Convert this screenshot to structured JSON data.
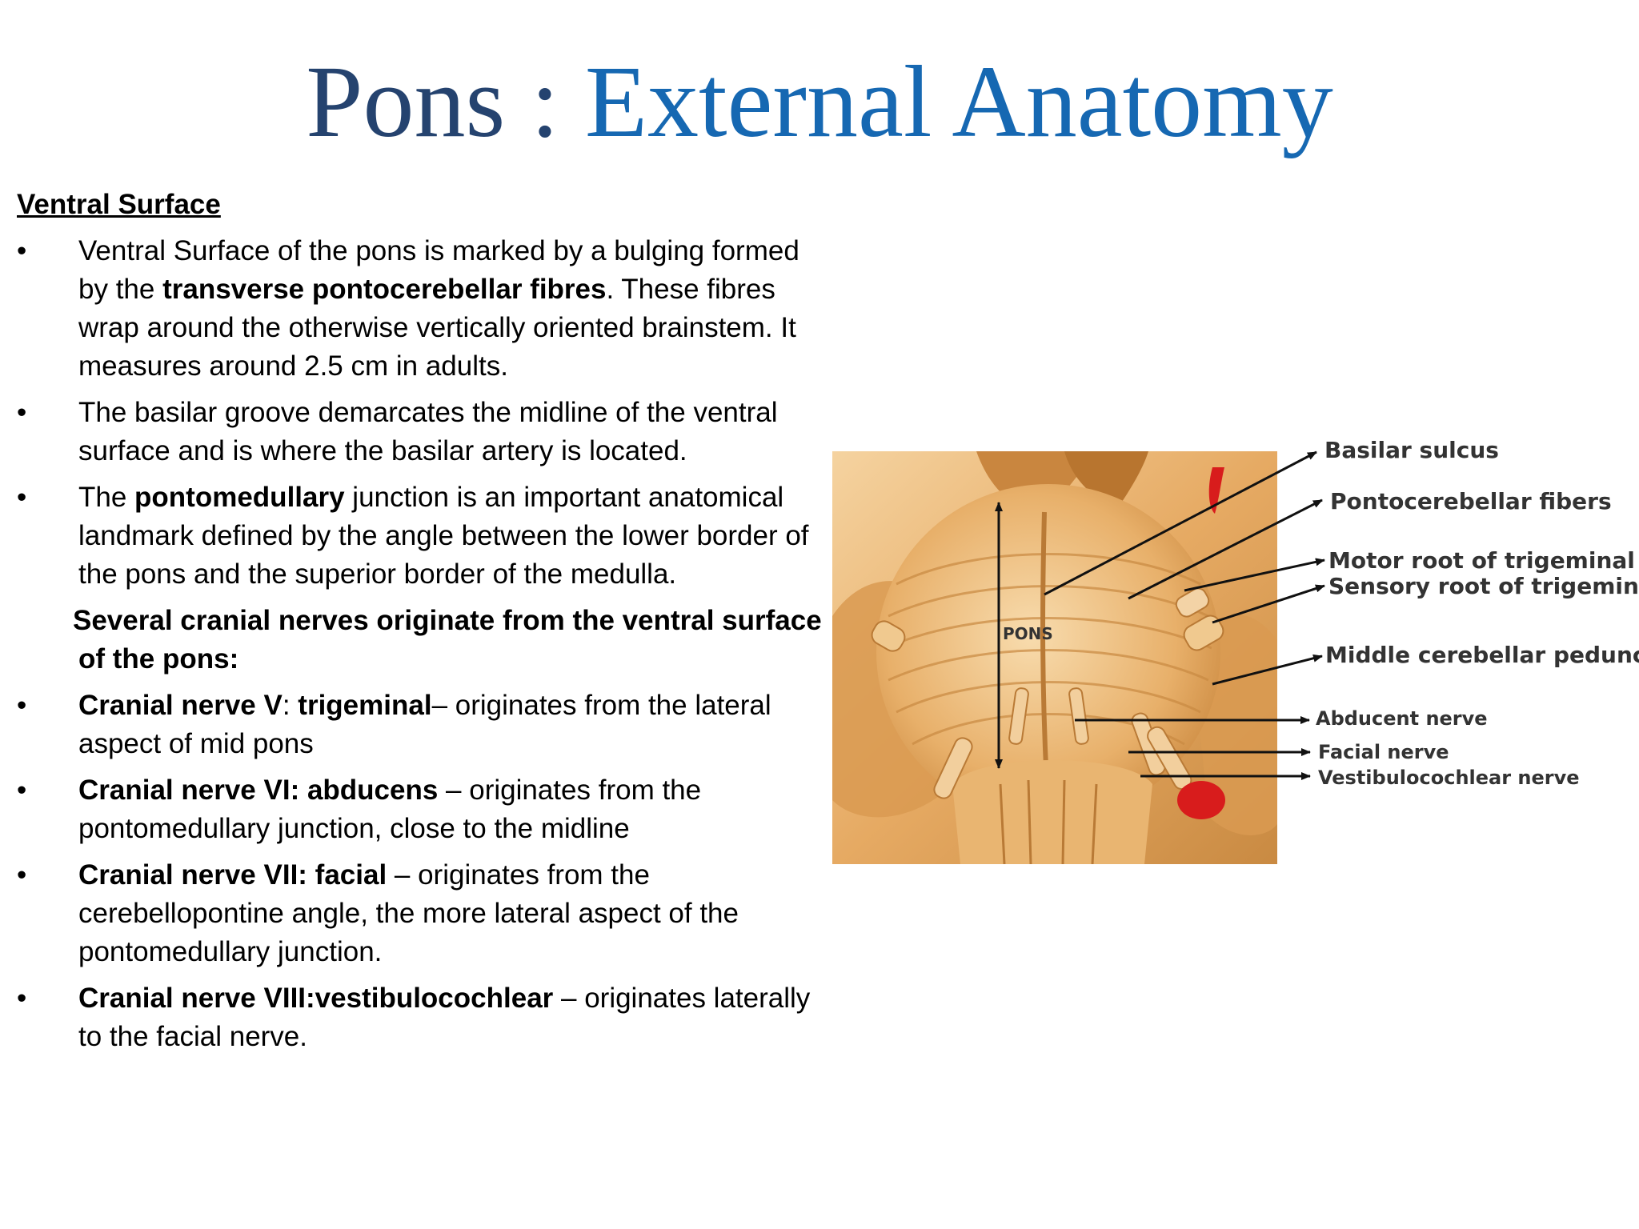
{
  "title": {
    "part1": "Pons : ",
    "part2": "External Anatomy"
  },
  "section": {
    "heading": "Ventral Surface"
  },
  "bullets": {
    "b1": {
      "pre": "Ventral Surface of the pons is marked by a bulging formed by the ",
      "bold": "transverse pontocerebellar fibres",
      "post": ". These fibres wrap around the otherwise vertically oriented brainstem. It measures around 2.5 cm in adults."
    },
    "b2": {
      "text": "The basilar groove demarcates the midline of the ventral surface and is where the basilar artery is located."
    },
    "b3": {
      "pre": "The ",
      "bold": "pontomedullary",
      "post": " junction is an important anatomical landmark defined by the angle between the lower border of the pons and the superior border of the medulla."
    },
    "note_line1": "Several cranial nerves originate from the ventral surface",
    "note_line2": "of the pons:",
    "b4": {
      "bold1": "Cranial nerve V",
      "mid": ": ",
      "bold2": "trigeminal",
      "post": "– originates from the lateral aspect of mid pons"
    },
    "b5": {
      "bold": "Cranial nerve VI: abducens",
      "post": " – originates from the pontomedullary junction, close to the midline"
    },
    "b6": {
      "bold": "Cranial nerve VII: facial",
      "post": " – originates from the cerebellopontine angle, the more lateral aspect of the pontomedullary junction."
    },
    "b7": {
      "bold": "Cranial nerve VIII:vestibulocochlear",
      "post": " – originates laterally to the facial nerve."
    },
    "bullet_char": "•"
  },
  "figure": {
    "pons_label": "PONS",
    "labels": {
      "basilar_sulcus": "Basilar sulcus",
      "pontocerebellar_fibers": "Pontocerebellar fibers",
      "motor_root": "Motor root of trigeminal",
      "sensory_root": "Sensory root of  trigeminal",
      "middle_peduncle": "Middle cerebellar peduncle",
      "abducent": "Abducent nerve",
      "facial": "Facial nerve",
      "vestibulocochlear": "Vestibulocochlear  nerve"
    },
    "colors": {
      "tissue": "#e3a760",
      "tissue_light": "#f3cf98",
      "tissue_dark": "#b9772e",
      "vessel": "#d81c1c",
      "line": "#111111"
    }
  }
}
